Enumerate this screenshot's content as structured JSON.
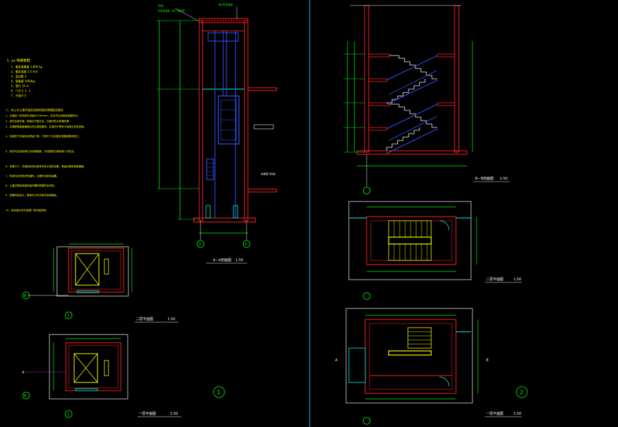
{
  "colors": {
    "background": "#000000",
    "wall": "#ff2222",
    "wall_hatch": "#cc0000",
    "dimension": "#00ff00",
    "annotation": "#ffffff",
    "stair": "#ffff00",
    "car": "#3355ff",
    "detail": "#00ffff",
    "magenta": "#ff00ff",
    "divider": "#00ccff"
  },
  "notes": {
    "title": "1. xx 电梯参数",
    "specs": [
      "1、额定载重量  1,000 kg",
      "2、额定速度  1.5 m/s",
      "3、层站数  3",
      "4、载重量  1000kg",
      "5、提升  15  m",
      "6、门尺寸  1 : 1",
      "7、井道尺寸"
    ],
    "section_title": "二、本土木土建井道及机房的相关预埋配合要求",
    "paragraphs": [
      "1、井道到一层的底坑深度为1500mm，并应符合电梯安装图所示。",
      "2、底坑及地坑墙，表面应平整光洁，并做好防水防潮处理。",
      "3、井道壁垂直度偏差应符合规范要求，井道内不得有与电梯无关的设施。",
      "4、电梯层门安装处应预留门洞，门洞尺寸及位置应按图纸要求施工。",
      "5、底坑内应设检修灯及电源插座，并设爬梯方便检修人员进出。",
      "6、电梯厅门，井道及机房应按有关防火规范设置，预留必要的检修通道。",
      "7、机房内应有良好的通风，必要时设排风装置。",
      "8、土建应预留电梯安装所需的预埋件及吊钩。",
      "9、如需改变设计，需事先与有关单位协商确定。",
      "10、其余做法详见电梯厂家安装说明。"
    ]
  },
  "sheet1": {
    "section_title": "A—A剖面图",
    "section_scale": "1:50",
    "plan_upper_title": "二层平面图",
    "plan_upper_scale": "1:50",
    "plan_lower_title": "一层平面图",
    "plan_lower_scale": "1:50",
    "callout_top_left": "吊钩",
    "callout_top_left2": "机房承重梁（按厂家要求）",
    "callout_top_right": "曳引机承重梁",
    "callout_right": "电梯层门标高",
    "grid_left": "3",
    "grid_right": "4",
    "axis_b": "B",
    "axis_a": "A",
    "axis_1": "1",
    "sheet_no": "1"
  },
  "sheet2": {
    "section_title": "B—B剖面图",
    "section_scale": "1:50",
    "plan_upper_title": "二层平面图",
    "plan_upper_scale": "1:50",
    "plan_lower_title": "一层平面图",
    "plan_lower_scale": "1:50",
    "axis_a": "A",
    "axis_b": "B",
    "sheet_no": "2"
  }
}
